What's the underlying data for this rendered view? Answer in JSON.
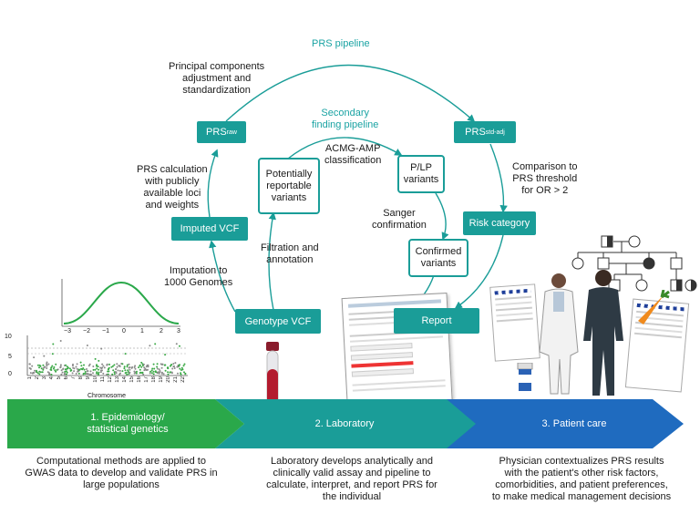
{
  "pipeline": {
    "prs_pipeline_label": "PRS pipeline",
    "secondary_pipeline_label": "Secondary\nfinding pipeline"
  },
  "annotations": {
    "pca": "Principal components\nadjustment and\nstandardization",
    "prs_calc": "PRS calculation\nwith publicly\navailable loci\nand weights",
    "imputation": "Imputation to\n1000 Genomes",
    "filtration": "Filtration and\nannotation",
    "acmg": "ACMG-AMP\nclassification",
    "sanger": "Sanger\nconfirmation",
    "comparison": "Comparison to\nPRS threshold\nfor OR > 2"
  },
  "boxes": {
    "prs_raw": {
      "main": "PRS",
      "sub": "raw"
    },
    "prs_std": {
      "main": "PRS",
      "sub": "std-adj"
    },
    "imputed_vcf": "Imputed VCF",
    "genotype_vcf": "Genotype VCF",
    "report": "Report",
    "risk_category": "Risk category",
    "potentially_reportable": "Potentially\nreportable\nvariants",
    "plp": "P/LP\nvariants",
    "confirmed": "Confirmed\nvariants"
  },
  "gwas": {
    "density_ticks": [
      "−3",
      "−2",
      "−1",
      "0",
      "1",
      "2",
      "3"
    ],
    "manhattan_y_ticks": [
      "10",
      "5",
      "0"
    ],
    "chromosome_ticks": [
      "1",
      "2",
      "3",
      "4",
      "5",
      "6",
      "7",
      "8",
      "9",
      "10",
      "11",
      "12",
      "13",
      "14",
      "15",
      "16",
      "17",
      "18",
      "19",
      "20",
      "21",
      "22"
    ],
    "chromosome_label": "Chromosome"
  },
  "stages": [
    {
      "label": "1. Epidemiology/\nstatistical genetics",
      "color": "#2aa84a",
      "description": "Computational methods are applied to\nGWAS data to develop and validate PRS in\nlarge populations"
    },
    {
      "label": "2. Laboratory",
      "color": "#1a9d98",
      "description": "Laboratory develops analytically and\nclinically valid assay and pipeline to\ncalculate, interpret, and report PRS for\nthe individual"
    },
    {
      "label": "3. Patient care",
      "color": "#1f6bbf",
      "description": "Physician contextualizes PRS results\nwith the patient's other risk factors,\ncomorbidities, and patient preferences,\nto make medical management decisions"
    }
  ],
  "colors": {
    "teal": "#1a9d98",
    "green": "#2aa84a",
    "blue": "#1f6bbf"
  }
}
